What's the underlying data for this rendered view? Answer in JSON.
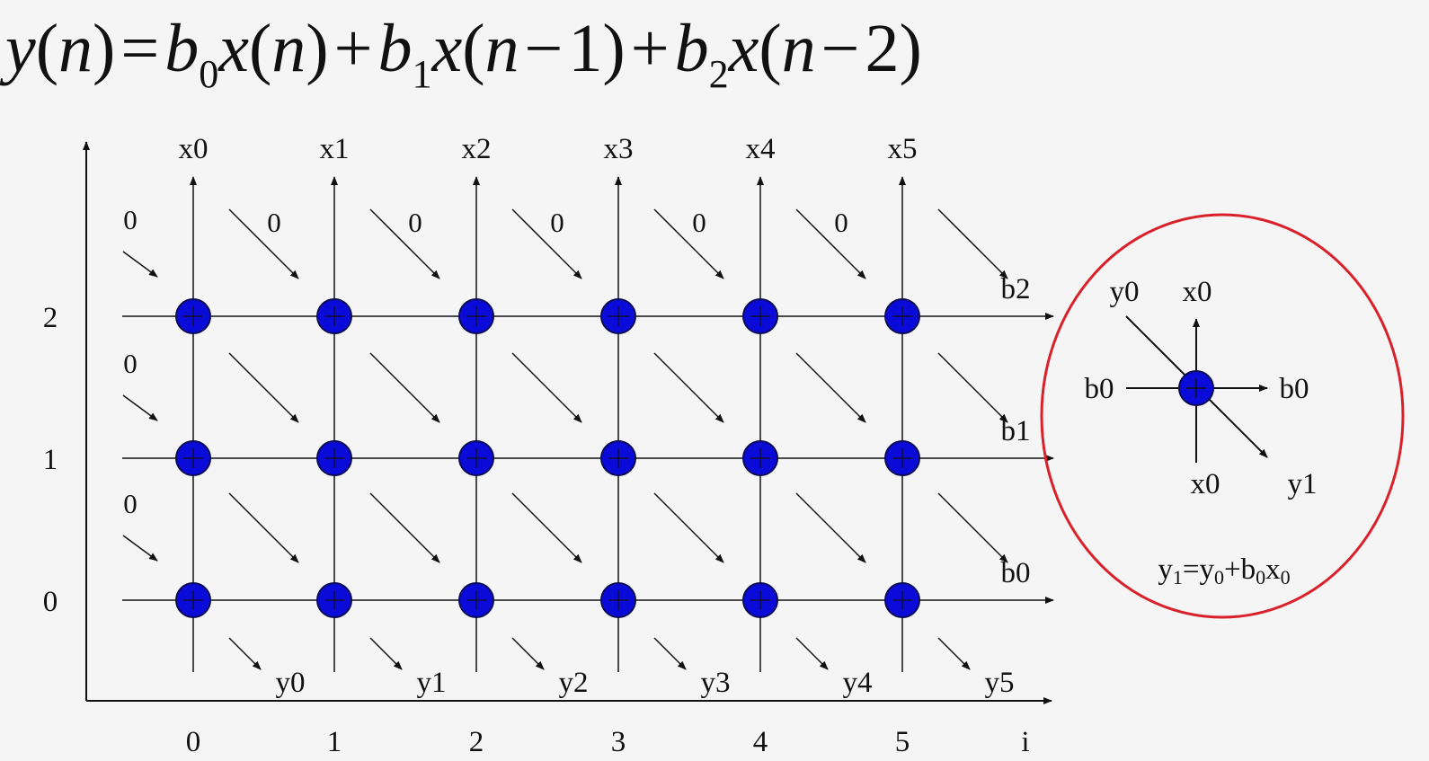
{
  "formula": {
    "y": "y",
    "n": "n",
    "b": "b",
    "x": "x",
    "sub0": "0",
    "sub1": "1",
    "sub2": "2",
    "minus1": "1",
    "minus2": "2"
  },
  "x_labels": [
    "x0",
    "x1",
    "x2",
    "x3",
    "x4",
    "x5"
  ],
  "y_labels": [
    "y0",
    "y1",
    "y2",
    "y3",
    "y4",
    "y5"
  ],
  "row_labels": [
    "0",
    "1",
    "2"
  ],
  "col_labels": [
    "0",
    "1",
    "2",
    "3",
    "4",
    "5"
  ],
  "axis_i_label": "i",
  "coef_labels": [
    "b0",
    "b1",
    "b2"
  ],
  "zero_label": "0",
  "node_color": "#0b0bd9",
  "highlight_color": "#d8212a",
  "cell_detail": {
    "y_in": "y0",
    "x_out": "x0",
    "b_in": "b0",
    "b_out": "b0",
    "x_in": "x0",
    "y_out": "y1",
    "eq": {
      "y1": "y",
      "y1_sub": "1",
      "equals": "=",
      "y0": "y",
      "y0_sub": "0",
      "plus": "+",
      "b0": "b",
      "b0_sub": "0",
      "x0": "x",
      "x0_sub": "0"
    }
  }
}
